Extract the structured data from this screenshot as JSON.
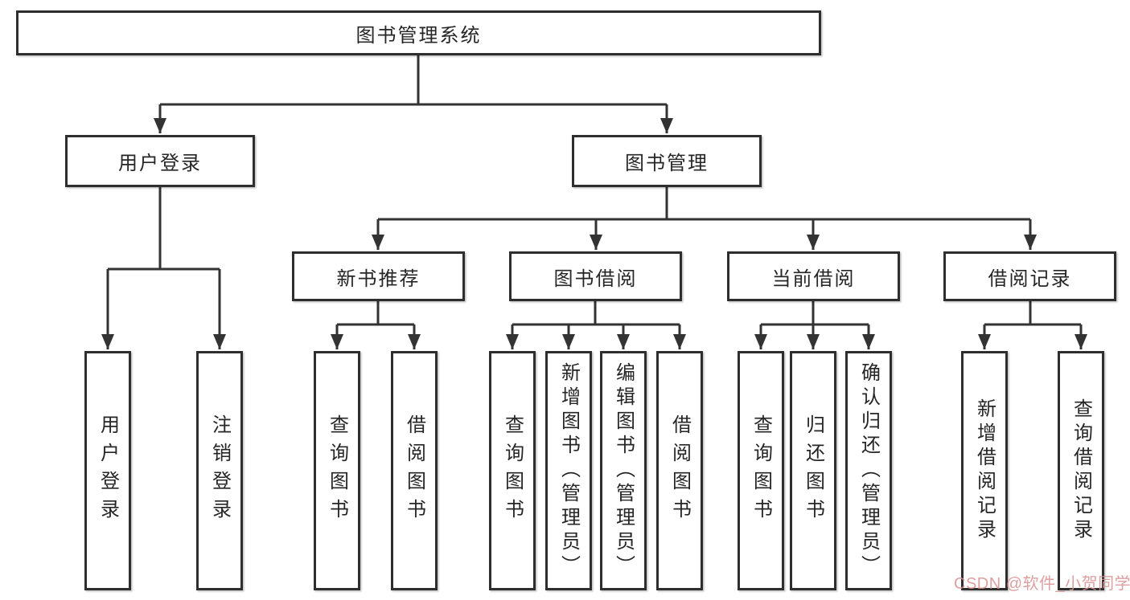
{
  "diagram": {
    "root": {
      "label": "图书管理系统"
    },
    "branches": [
      {
        "label": "用户登录",
        "children": [
          {
            "label": "用户登录"
          },
          {
            "label": "注销登录"
          }
        ]
      },
      {
        "label": "图书管理",
        "children": [
          {
            "label": "新书推荐",
            "children": [
              {
                "label": "查询图书"
              },
              {
                "label": "借阅图书"
              }
            ]
          },
          {
            "label": "图书借阅",
            "children": [
              {
                "label": "查询图书"
              },
              {
                "label": "新增图书（管理员）"
              },
              {
                "label": "编辑图书（管理员）"
              },
              {
                "label": "借阅图书"
              }
            ]
          },
          {
            "label": "当前借阅",
            "children": [
              {
                "label": "查询图书"
              },
              {
                "label": "归还图书"
              },
              {
                "label": "确认归还（管理员）"
              }
            ]
          },
          {
            "label": "借阅记录",
            "children": [
              {
                "label": "新增借阅记录"
              },
              {
                "label": "查询借阅记录"
              }
            ]
          }
        ]
      }
    ]
  },
  "watermark": {
    "text": "CSDN @软件_小贺同学"
  },
  "colors": {
    "line": "#333333",
    "box_border": "#2e2e2e",
    "box_fill": "#ffffff",
    "text": "#262626",
    "watermark": "#d98f8f",
    "background": "#ffffff"
  }
}
